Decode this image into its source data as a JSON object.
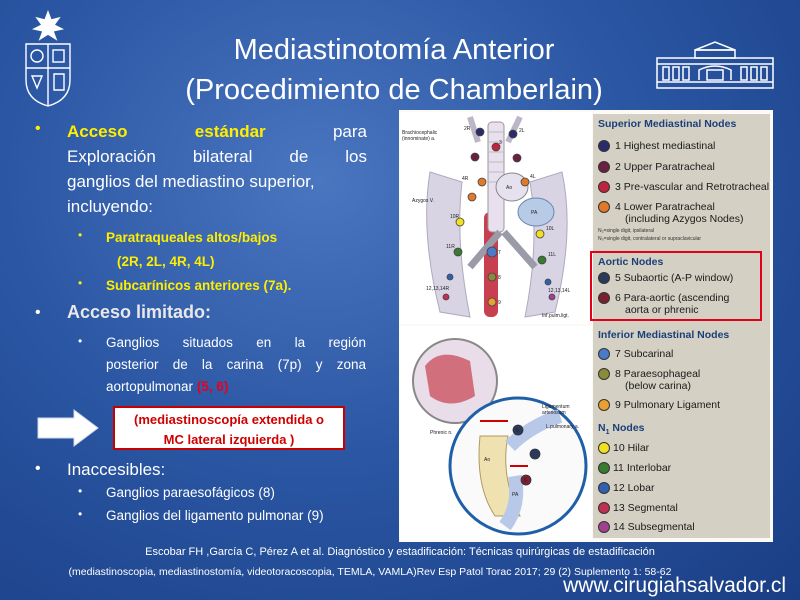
{
  "slide": {
    "title_line1": "Mediastinotomía Anterior",
    "title_line2": "(Procedimiento de  Chamberlain)",
    "bullets": {
      "b1_highlight": "Acceso estándar",
      "b1_rest1": "para",
      "b1_line2": "Exploración bilateral de los",
      "b1_line3": "ganglios del mediastino superior,",
      "b1_line4": "incluyendo:",
      "b1_sub1": "Paratraqueales  altos/bajos",
      "b1_sub1b": "(2R, 2L, 4R, 4L)",
      "b1_sub2": "Subcarínicos  anteriores (7a).",
      "b2_title": "Acceso limitado:",
      "b2_sub1_line1": "Ganglios situados en la región",
      "b2_sub1_line2": "posterior de la carina (7p) y zona",
      "b2_sub1_line3": "aortopulmonar",
      "b2_sub1_red": "(5, 6)",
      "redbox_line1": "(mediastinoscopía extendida o",
      "redbox_line2": "MC lateral izquierda )",
      "b3_title": "Inaccesibles:",
      "b3_sub1": "Ganglios paraesofágicos (8)",
      "b3_sub2": "Ganglios del ligamento pulmonar (9)"
    },
    "caption_line1": "Escobar FH ,García C, Pérez A et al. Diagnóstico y estadificación: Técnicas quirúrgicas de estadificación",
    "caption_line2": "(mediastinoscopia, mediastinostomía, videotoracoscopia, TEMLA, VAMLA)Rev Esp Patol Torac 2017; 29 (2) Suplemento  1: 58-62",
    "website": "www.cirugiahsalvador.cl"
  },
  "figure": {
    "labels": {
      "brachio": "Brachiocephalic",
      "innominate": "(innominate) a.",
      "azygos": "Azygos V.",
      "ao": "Ao",
      "pa": "PA",
      "inf_pulm": "Inf.pulm.ligt.",
      "left_nodes": "12,13,14R",
      "right_nodes": "12,13,14L",
      "lig": "Ligamentum",
      "arteriosum": "arteriosum",
      "lpa": "L.pulmonary a.",
      "phrenic": "Phrenic n.",
      "ao2": "Ao",
      "pa2": "PA",
      "n2R": "2R",
      "n2L": "2L",
      "n4R": "4R",
      "n4L": "4L",
      "n10R": "10R",
      "n10L": "10L",
      "n11R": "11R",
      "n11L": "11L",
      "n3": "3",
      "n7": "7",
      "n8": "8",
      "n9": "9",
      "n5": "5",
      "n6": "6"
    },
    "legend": {
      "superior_head": "Superior Mediastinal Nodes",
      "s1": "1  Highest mediastinal",
      "s2": "2  Upper Paratracheal",
      "s3": "3  Pre-vascular and Retrotracheal",
      "s4a": "4  Lower Paratracheal",
      "s4b": "(including Azygos Nodes)",
      "note1": "N₂=single digit, ipsilateral",
      "note2": "N₃=single digit, contralateral or supraclavicular",
      "aortic_head": "Aortic Nodes",
      "a5": "5  Subaortic (A-P window)",
      "a6a": "6  Para-aortic (ascending",
      "a6b": "aorta or phrenic",
      "inferior_head": "Inferior Mediastinal Nodes",
      "i7": "7  Subcarinal",
      "i8a": "8  Paraesophageal",
      "i8b": "(below carina)",
      "i9": "9  Pulmonary Ligament",
      "n1_head": "N",
      "n1_sub": "1",
      "n1_rest": " Nodes",
      "h10": "10 Hilar",
      "h11": "11 Interlobar",
      "h12": "12  Lobar",
      "h13": "13  Segmental",
      "h14": "14  Subsegmental"
    },
    "colors": {
      "node1": "#2b2a6b",
      "node2": "#6a2040",
      "node3": "#c0243c",
      "node4": "#e07a2a",
      "node5": "#2b3a5a",
      "node6": "#7a2030",
      "node7": "#4a7ac8",
      "node8": "#8a8a3a",
      "node9": "#e8a030",
      "node10": "#f0e020",
      "node11": "#3a7a30",
      "node12": "#3060b0",
      "node13": "#c03050",
      "node14": "#a04090"
    }
  }
}
